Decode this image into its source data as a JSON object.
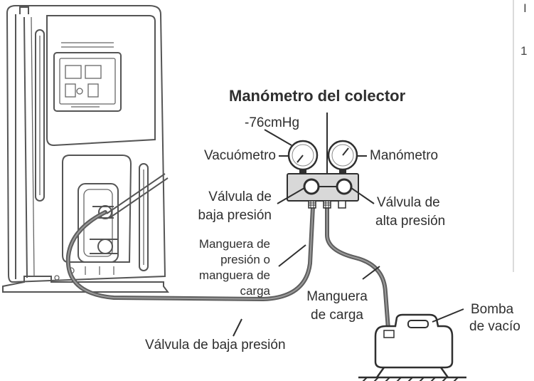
{
  "title": "Manómetro del colector",
  "reading": "-76cmHg",
  "labels": {
    "vacuum_gauge": "Vacuómetro",
    "pressure_gauge": "Manómetro",
    "low_valve_left_1": "Válvula de",
    "low_valve_left_2": "baja presión",
    "high_valve_1": "Válvula de",
    "high_valve_2": "alta presión",
    "pressure_hose_1": "Manguera de",
    "pressure_hose_2": "presión o",
    "pressure_hose_3": "manguera de",
    "pressure_hose_4": "carga",
    "charge_hose_1": "Manguera",
    "charge_hose_2": "de carga",
    "vacuum_pump_1": "Bomba",
    "vacuum_pump_2": "de vacío",
    "low_valve_bottom": "Válvula de baja presión"
  },
  "margin_glyphs": {
    "top": "I",
    "one": "1"
  }
}
